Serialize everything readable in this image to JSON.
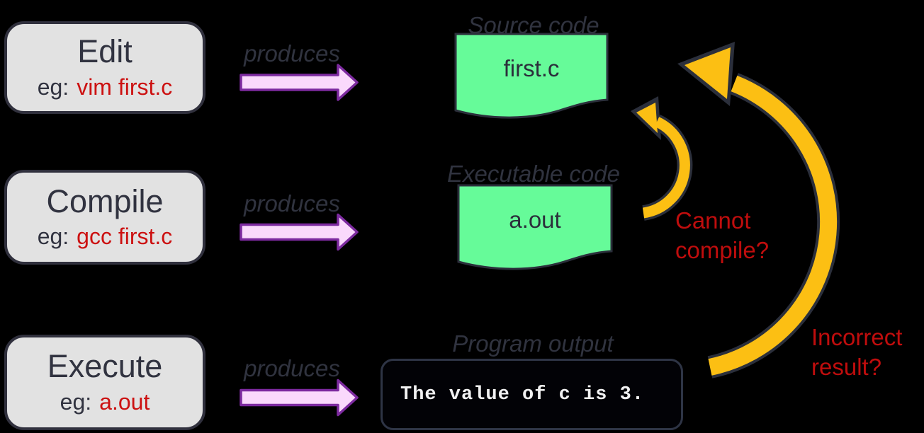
{
  "colors": {
    "background": "#000000",
    "box_fill": "#e2e2e2",
    "box_border": "#30303d",
    "dark_text": "#313340",
    "command_red": "#cc1111",
    "warning_red": "#bf0d0d",
    "document_green": "#66fb99",
    "shape_outline": "#2b2f3b",
    "arrow_pink_fill": "#fad9fc",
    "arrow_pink_border": "#7d2aa0",
    "arrow_orange": "#fcbf13",
    "output_text_color": "#f2f2f2"
  },
  "labels": {
    "produces": "produces",
    "eg": "eg:"
  },
  "steps": [
    {
      "title": "Edit",
      "eg_label": "eg:",
      "command": "vim first.c"
    },
    {
      "title": "Compile",
      "eg_label": "eg:",
      "command": "gcc first.c"
    },
    {
      "title": "Execute",
      "eg_label": "eg:",
      "command": "a.out"
    }
  ],
  "artifacts": {
    "source": {
      "header": "Source code",
      "filename": "first.c"
    },
    "executable": {
      "header": "Executable code",
      "filename": "a.out"
    },
    "output": {
      "header": "Program output",
      "text": "The value of c is 3."
    }
  },
  "feedback": {
    "cannot_compile": {
      "line1": "Cannot",
      "line2": "compile?"
    },
    "incorrect_result": {
      "line1": "Incorrect",
      "line2": "result?"
    }
  }
}
